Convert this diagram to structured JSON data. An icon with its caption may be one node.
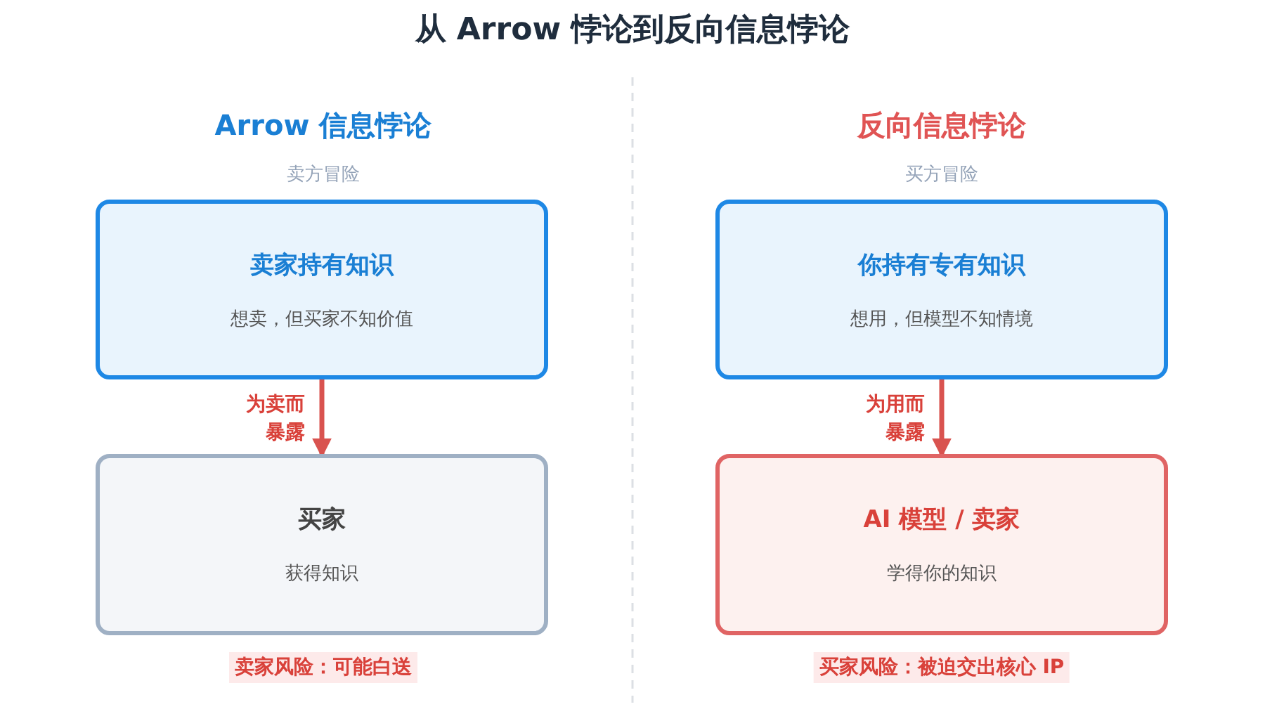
{
  "diagram": {
    "title": "从 Arrow 悖论到反向信息悖论",
    "nodes": [
      {
        "text": [
          "卖家持有知识",
          "想卖，但买家不知价值"
        ]
      },
      {
        "text": [
          "买家",
          "获得知识"
        ]
      },
      {
        "text": [
          "你持有专有知识",
          "想用，但模型不知情境"
        ]
      },
      {
        "text": [
          "AI 模型 / 卖家",
          "学得你的知识"
        ]
      }
    ],
    "edges": [
      {
        "from": 0,
        "to": 1,
        "arrow": "to",
        "label": "为卖而暴露"
      },
      {
        "from": 2,
        "to": 3,
        "arrow": "to",
        "label": "为用而暴露"
      }
    ],
    "labels": [
      "Arrow 信息悖论",
      "卖方冒险",
      "卖家风险：可能白送",
      "反向信息悖论",
      "买方冒险",
      "买家风险：被迫交出核心 IP"
    ]
  }
}
